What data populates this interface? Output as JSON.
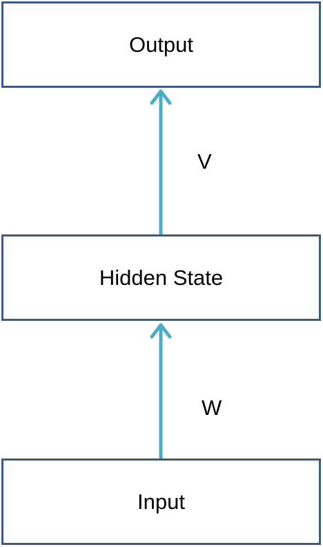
{
  "nodes": {
    "output": "Output",
    "hidden": "Hidden State",
    "input": "Input"
  },
  "edges": {
    "hidden_to_output": "V",
    "input_to_hidden": "W"
  },
  "colors": {
    "box_border": "#3c5a88",
    "arrow": "#4bacc6",
    "text": "#000000"
  }
}
